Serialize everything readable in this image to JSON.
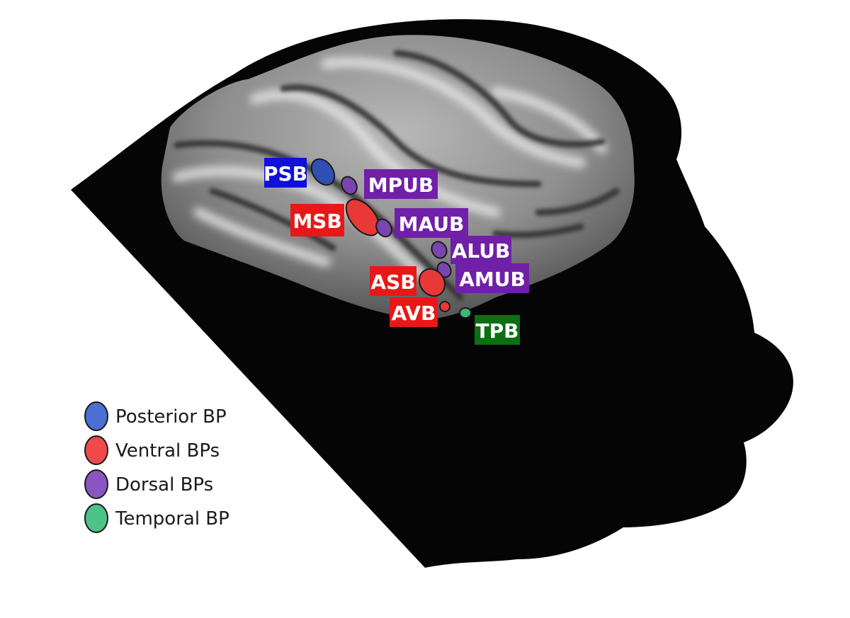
{
  "colors": {
    "background": "#ffffff",
    "head": "#050505",
    "posterior": "#2f4fb5",
    "posterior_tag": "#1010d8",
    "ventral": "#e83838",
    "ventral_tag": "#e81818",
    "dorsal": "#7a45b0",
    "dorsal_tag": "#7020a8",
    "temporal": "#3cb878",
    "temporal_tag": "#0a7012"
  },
  "regions": {
    "psb": "PSB",
    "mpub": "MPUB",
    "msb": "MSB",
    "maub": "MAUB",
    "alub": "ALUB",
    "asb": "ASB",
    "amub": "AMUB",
    "avb": "AVB",
    "tpb": "TPB"
  },
  "legend": {
    "posterior": "Posterior BP",
    "ventral": "Ventral BPs",
    "dorsal": "Dorsal BPs",
    "temporal": "Temporal BP"
  }
}
